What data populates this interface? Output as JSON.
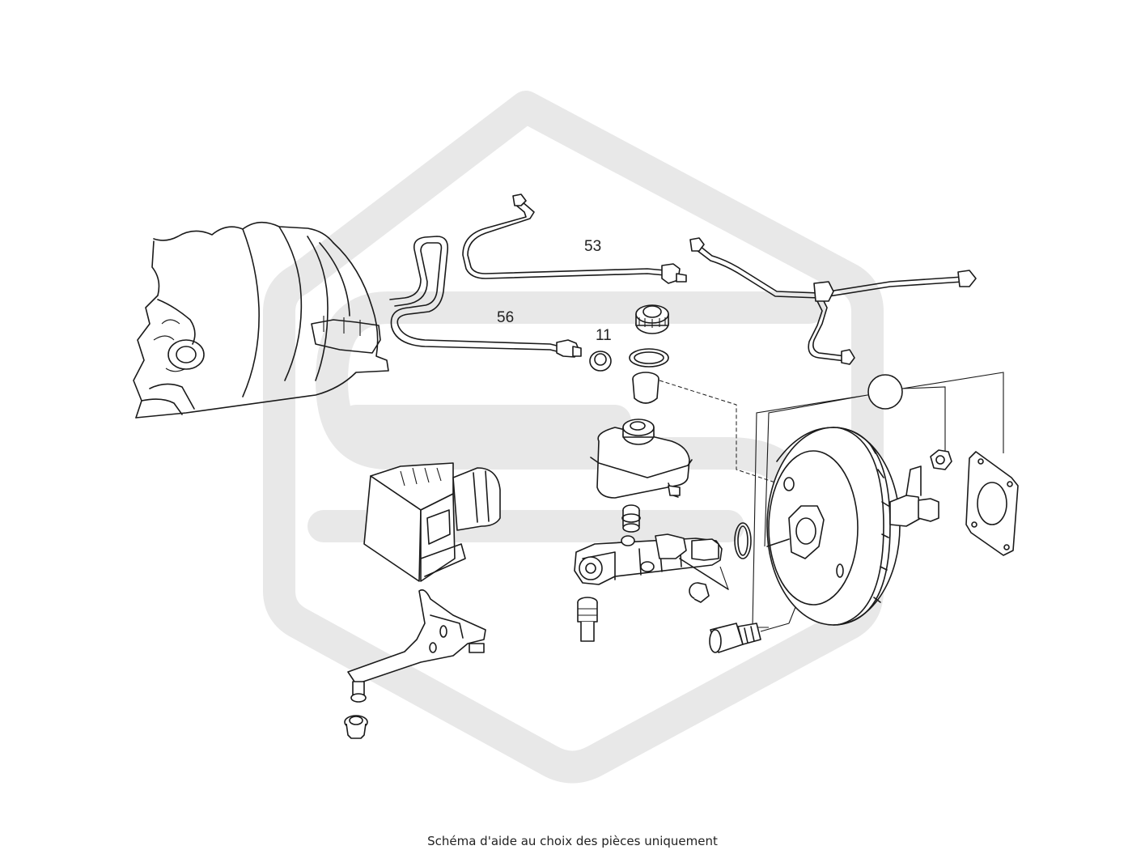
{
  "diagram": {
    "callouts": [
      {
        "id": "53",
        "label": "53"
      },
      {
        "id": "56",
        "label": "56"
      },
      {
        "id": "11",
        "label": "11"
      }
    ],
    "caption": "Schéma d'aide au choix des pièces uniquement",
    "watermark": "shield-logo-watermark",
    "colors": {
      "line": "#1a1a1a",
      "watermark": "#e8e8e8",
      "background": "#ffffff"
    }
  }
}
